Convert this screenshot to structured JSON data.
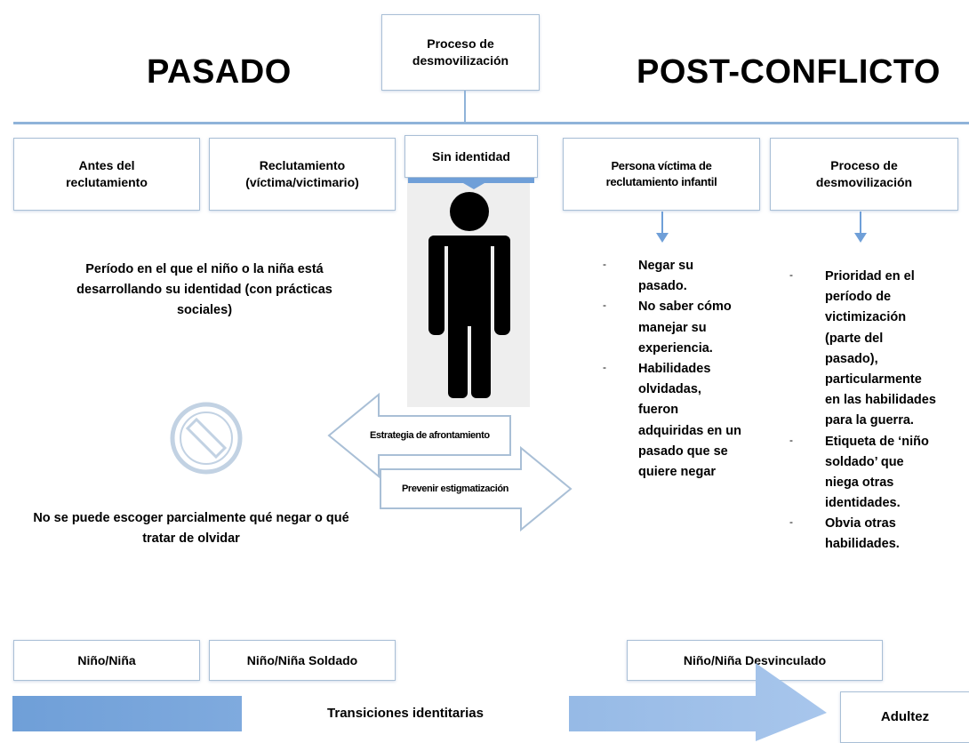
{
  "top_box": "Proceso de desmovilización",
  "left_heading": "PASADO",
  "right_heading": "POST-CONFLICTO",
  "stages": {
    "before": "Antes del reclutamiento",
    "recruitment": "Reclutamiento (víctima/victimario)",
    "no_identity": "Sin identidad",
    "victim": "Persona víctima de reclutamiento infantil",
    "demobilization": "Proceso de desmovilización"
  },
  "period_text": "Período en el que el niño o la niña está desarrollando su identidad (con prácticas sociales)",
  "cannot_text": "No se puede escoger parcialmente qué negar o qué tratar de olvidar",
  "victim_list": [
    "Negar su pasado.",
    "No saber cómo manejar su experiencia.",
    "Habilidades olvidadas, fueron adquiridas en un pasado que se quiere negar"
  ],
  "demob_list": [
    "Prioridad en el período de victimización (parte del pasado), particularmente en las habilidades para la guerra.",
    "Etiqueta de ‘niño soldado’ que niega otras identidades.",
    "Obvia otras habilidades."
  ],
  "arrows": {
    "left": "Estrategia de afrontamiento",
    "right": "Prevenir estigmatización"
  },
  "bottom": {
    "child": "Niño/Niña",
    "soldier": "Niño/Niña Soldado",
    "unlinked": "Niño/Niña Desvinculado",
    "transitions": "Transiciones identitarias",
    "adult": "Adultez"
  },
  "colors": {
    "accent": "#8fb3d9",
    "box_border": "#a9bfd6",
    "arrow_fill": "#6f9fd8"
  }
}
